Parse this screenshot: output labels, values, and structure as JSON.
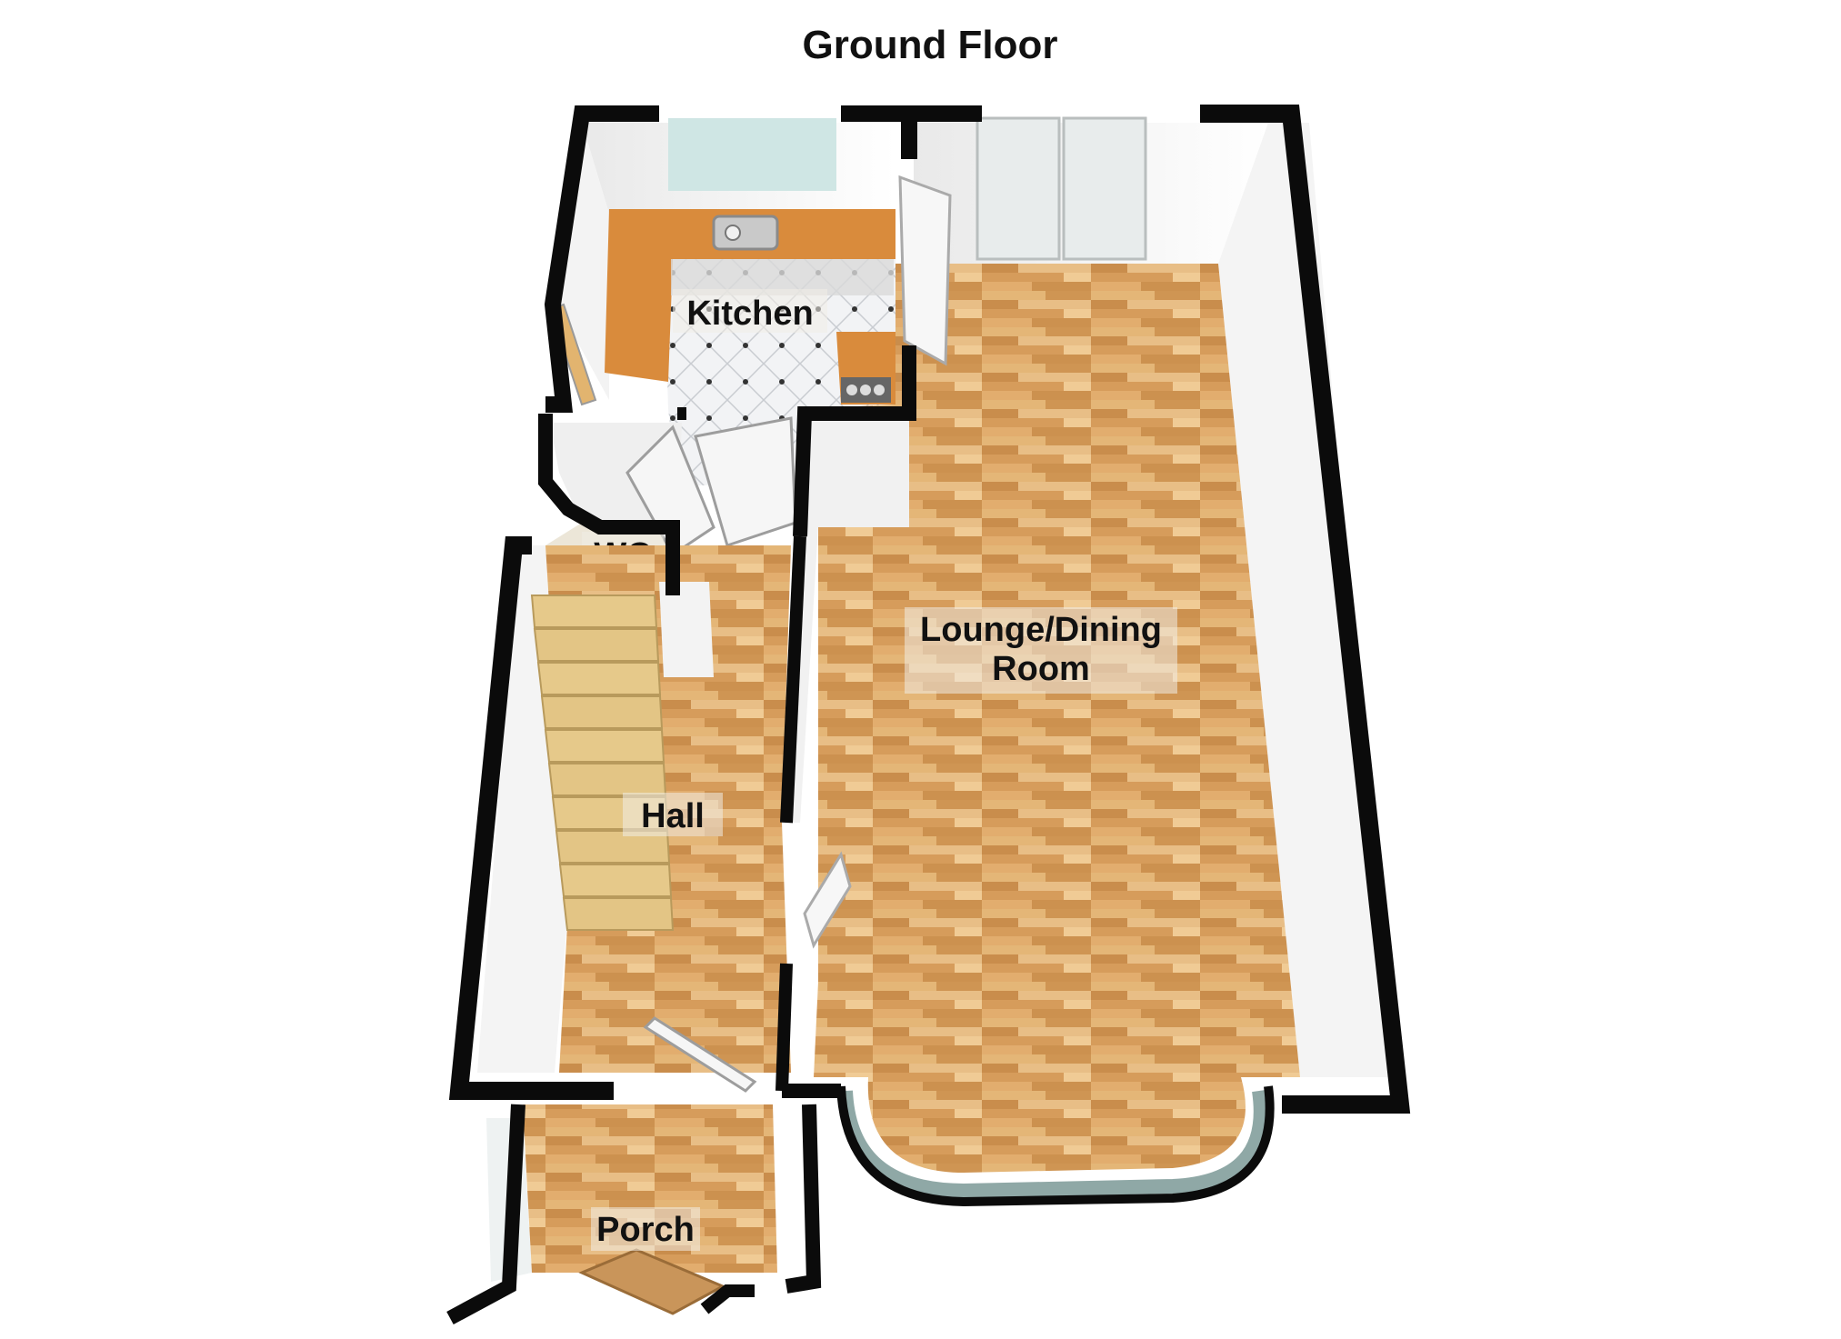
{
  "title": "Ground Floor",
  "rooms": {
    "kitchen": "Kitchen",
    "wc": "WC",
    "lounge_line1": "Lounge/Dining",
    "lounge_line2": "Room",
    "hall": "Hall",
    "porch": "Porch"
  },
  "colors": {
    "wall": "#0b0b0b",
    "floor_wood": "#d9a35f",
    "worktop": "#d98b3c",
    "kitchen_tile": "#eef0f2",
    "stair": "#e6c98a",
    "glass": "#a9d3cf"
  }
}
